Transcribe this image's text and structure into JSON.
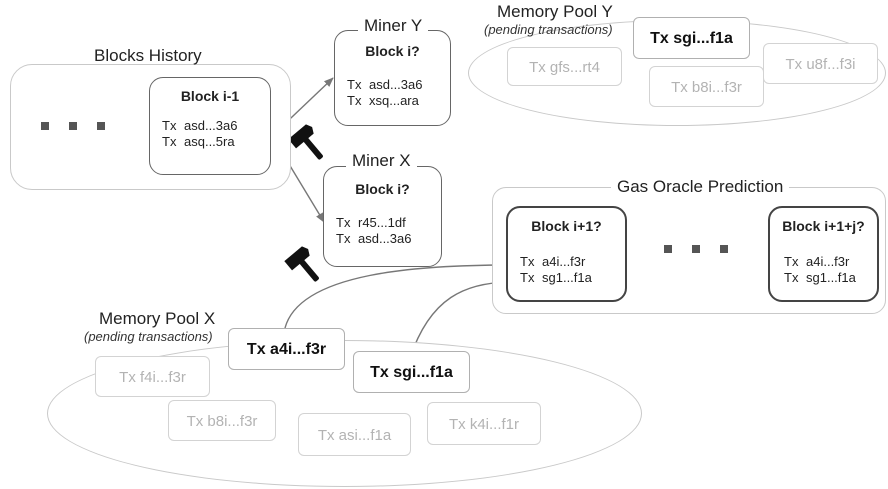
{
  "blocks_history": {
    "title": "Blocks History",
    "block": {
      "name": "Block i-1",
      "txs": [
        [
          "Tx",
          "asd...3a6"
        ],
        [
          "Tx",
          "asq...5ra"
        ]
      ]
    }
  },
  "miner_y": {
    "title": "Miner Y",
    "block": {
      "name": "Block i?",
      "txs": [
        [
          "Tx",
          "asd...3a6"
        ],
        [
          "Tx",
          "xsq...ara"
        ]
      ]
    }
  },
  "miner_x": {
    "title": "Miner X",
    "block": {
      "name": "Block i?",
      "txs": [
        [
          "Tx",
          "r45...1df"
        ],
        [
          "Tx",
          "asd...3a6"
        ]
      ]
    }
  },
  "mempool_y": {
    "title": "Memory Pool Y",
    "subtitle": "(pending transactions)",
    "txs": [
      "Tx sgi...f1a",
      "Tx gfs...rt4",
      "Tx b8i...f3r",
      "Tx u8f...f3i"
    ]
  },
  "gas_oracle": {
    "title": "Gas Oracle Prediction",
    "block_next": {
      "name": "Block i+1?",
      "txs": [
        [
          "Tx",
          "a4i...f3r"
        ],
        [
          "Tx",
          "sg1...f1a"
        ]
      ]
    },
    "block_far": {
      "name": "Block i+1+j?",
      "txs": [
        [
          "Tx",
          "a4i...f3r"
        ],
        [
          "Tx",
          "sg1...f1a"
        ]
      ]
    }
  },
  "mempool_x": {
    "title": "Memory Pool X",
    "subtitle": "(pending transactions)",
    "txs": [
      "Tx a4i...f3r",
      "Tx sgi...f1a",
      "Tx f4i...f3r",
      "Tx b8i...f3r",
      "Tx asi...f1a",
      "Tx k4i...f1r"
    ]
  },
  "icons": [
    "hammer-icon",
    "ellipsis-icon"
  ],
  "colors": {
    "outline": "#c9c9c9",
    "block_border": "#666666",
    "faded_text": "#b3b3b3",
    "arrow": "#777777"
  }
}
